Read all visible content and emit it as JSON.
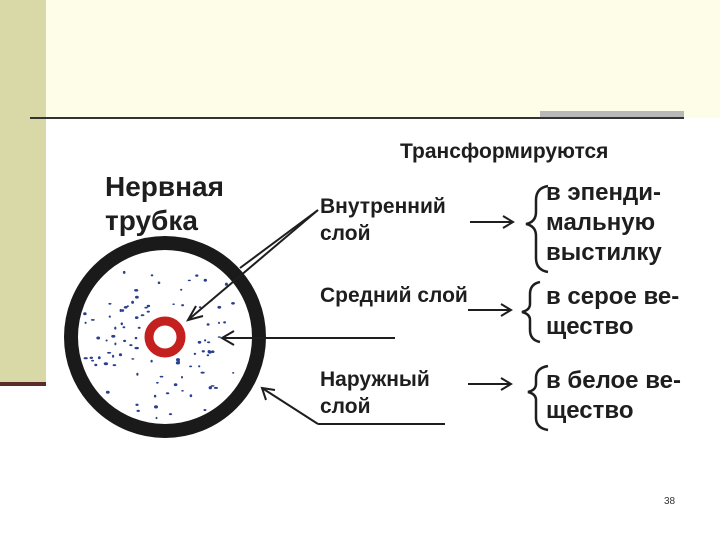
{
  "title": "Нервная трубка",
  "transform_heading": "Трансформируются",
  "layers": [
    {
      "name": "Внутренний слой",
      "result": "в эпенди-мальную выстилку"
    },
    {
      "name": "Средний слой",
      "result": "в серое ве-щество"
    },
    {
      "name": "Наружный слой",
      "result": "в белое ве-щество"
    }
  ],
  "page_number": "38",
  "colors": {
    "outer_ring": "#1a1a1a",
    "inner_ring": "#c42020",
    "dots": "#2a3f8f",
    "slide_top": "#fdfde8",
    "left_bar": "#d9d9a8"
  }
}
